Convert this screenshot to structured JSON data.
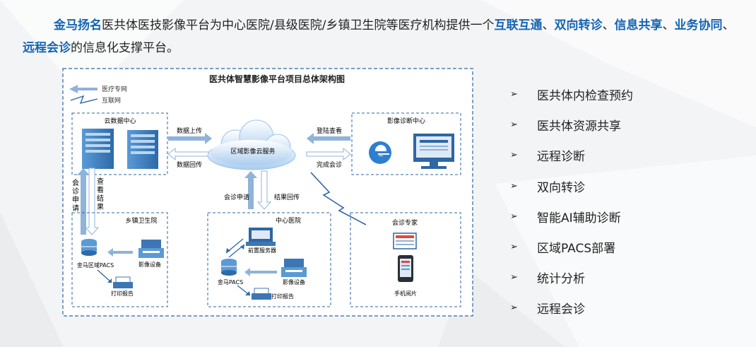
{
  "intro": {
    "brand": "金马扬名",
    "t1": "医共体医技影像平台为中心医院/县级医院/乡镇卫生院等医疗机构提供一个",
    "k1": "互联互通",
    "sep1": "、",
    "k2": "双向转诊",
    "sep2": "、",
    "k3": "信息共享",
    "sep3": "、",
    "k4": "业务协同",
    "sep4": "、",
    "k5": "远程会诊",
    "t2": "的信息化支撑平台。"
  },
  "diagram": {
    "title": "医共体智慧影像平台项目总体架构图",
    "legend": {
      "private": "医疗专网",
      "internet": "互联网"
    },
    "cloud_dc": "云数据中心",
    "cloud_service": "区域影像云服务",
    "imaging_center": "影像诊断中心",
    "data_upload": "数据上传",
    "data_return": "数据回传",
    "login_view": "登陆查看",
    "complete_consult": "完成会诊",
    "consult_req": "会诊申请",
    "result_return": "结果回传",
    "consult_req_v": [
      "会",
      "诊",
      "申",
      "请"
    ],
    "view_result_v": [
      "查",
      "看",
      "结",
      "果"
    ],
    "township": "乡镇卫生院",
    "central": "中心医院",
    "experts": "会诊专家",
    "regional_pacs": "金马区域PACS",
    "imaging_device": "影像设备",
    "print_report": "打印报告",
    "front_server": "前置服务器",
    "jm_pacs": "金马PACS",
    "mobile_read": "手机阅片"
  },
  "features": [
    {
      "label": "医共体内检查预约"
    },
    {
      "label": "医共体资源共享"
    },
    {
      "label": "远程诊断"
    },
    {
      "label": "双向转诊"
    },
    {
      "label": "智能AI辅助诊断"
    },
    {
      "label": "区域PACS部署"
    },
    {
      "label": "统计分析"
    },
    {
      "label": "远程会诊"
    }
  ],
  "bullet_glyph": "➢",
  "colors": {
    "accent": "#1565b3",
    "arrow": "#8fb3d9",
    "dash": "#2e66a6"
  }
}
